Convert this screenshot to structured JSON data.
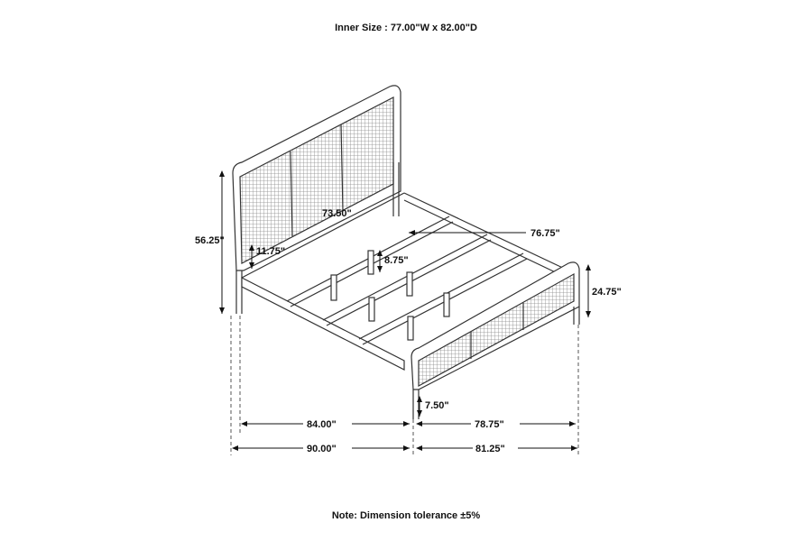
{
  "header": {
    "inner_size": "Inner Size : 77.00\"W x 82.00\"D"
  },
  "footer": {
    "note": "Note: Dimension tolerance ±5%"
  },
  "dimensions": {
    "headboard_height": "56.25\"",
    "headboard_clearance": "11.75\"",
    "inner_width_top": "73.50\"",
    "side_rail_length": "76.75\"",
    "slat_support_height": "8.75\"",
    "footboard_height": "24.75\"",
    "footboard_clearance": "7.50\"",
    "inner_length": "84.00\"",
    "inner_width": "78.75\"",
    "overall_length": "90.00\"",
    "overall_width": "81.25\""
  },
  "colors": {
    "line": "#333333",
    "mesh": "#8a8a8a",
    "text": "#111111"
  }
}
